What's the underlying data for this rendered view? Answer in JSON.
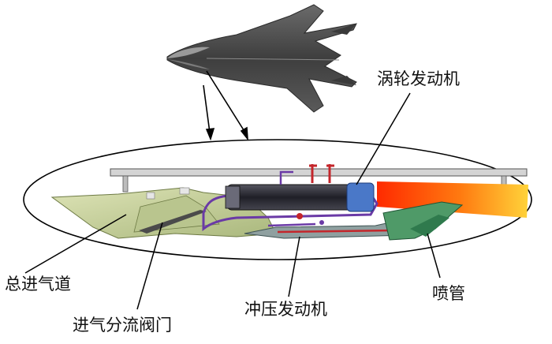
{
  "labels": {
    "turbine_engine": "涡轮发动机",
    "main_inlet": "总进气道",
    "inlet_splitter_valve": "进气分流阀门",
    "ramjet_engine": "冲压发动机",
    "nozzle": "喷管"
  },
  "colors": {
    "outline": "#000000",
    "aircraft_body": "#4a4a4a",
    "inlet_ramp": "#c9d3a0",
    "engine_core": "#2f2f3a",
    "engine_intake_blue": "#4a78c8",
    "exhaust_red": "#ff2a00",
    "exhaust_yellow": "#ffd33a",
    "duct_red": "#c4262b",
    "duct_purple": "#6a3aa6",
    "nozzle_green": "#3b8a5a",
    "frame_gray": "#b9b9b9"
  }
}
